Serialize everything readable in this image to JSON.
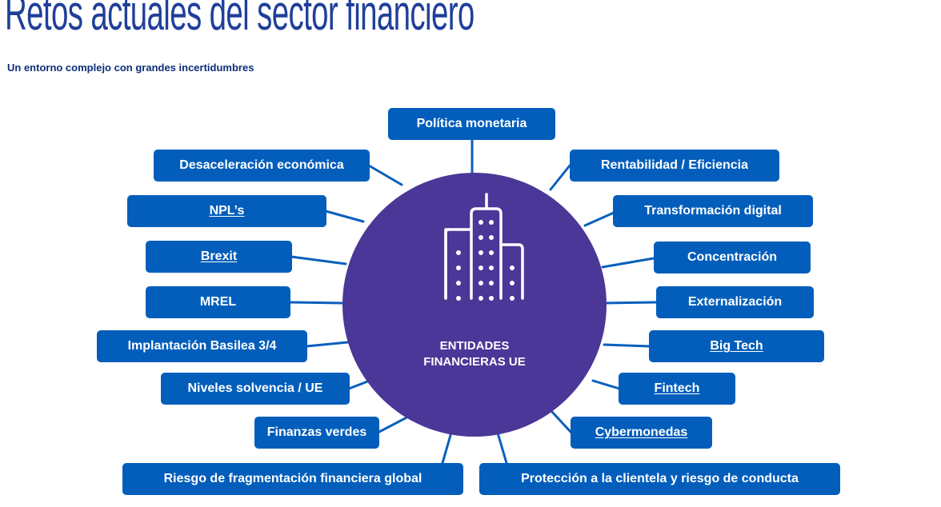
{
  "header": {
    "title": "Retos actuales del sector financiero",
    "subtitle": "Un entorno complejo con grandes incertidumbres"
  },
  "hub": {
    "icon": "buildings-icon",
    "label_line1": "ENTIDADES",
    "label_line2": "FINANCIERAS UE",
    "color": "#4a3797"
  },
  "colors": {
    "node_fill": "#035ebb",
    "connector": "#0a5fbd",
    "title": "#1f3f99",
    "subtitle": "#0c2e7a"
  },
  "nodes": {
    "left": [
      {
        "label": "Desaceleración económica",
        "underlined": false
      },
      {
        "label": "NPL’s",
        "underlined": true
      },
      {
        "label": "Brexit",
        "underlined": true
      },
      {
        "label": "MREL",
        "underlined": false
      },
      {
        "label": "Implantación Basilea 3/4",
        "underlined": false
      },
      {
        "label": "Niveles solvencia / UE",
        "underlined": false
      },
      {
        "label": "Finanzas verdes",
        "underlined": false
      },
      {
        "label": "Riesgo de fragmentación financiera global",
        "underlined": false
      }
    ],
    "top": {
      "label": "Política monetaria",
      "underlined": false
    },
    "right": [
      {
        "label": "Rentabilidad / Eficiencia",
        "underlined": false
      },
      {
        "label": "Transformación digital",
        "underlined": false
      },
      {
        "label": "Concentración",
        "underlined": false
      },
      {
        "label": "Externalización",
        "underlined": false
      },
      {
        "label": "Big Tech",
        "underlined": true
      },
      {
        "label": "Fintech",
        "underlined": true
      },
      {
        "label": "Cybermonedas",
        "underlined": true
      },
      {
        "label": "Protección a la clientela y riesgo de conducta",
        "underlined": false
      }
    ]
  }
}
